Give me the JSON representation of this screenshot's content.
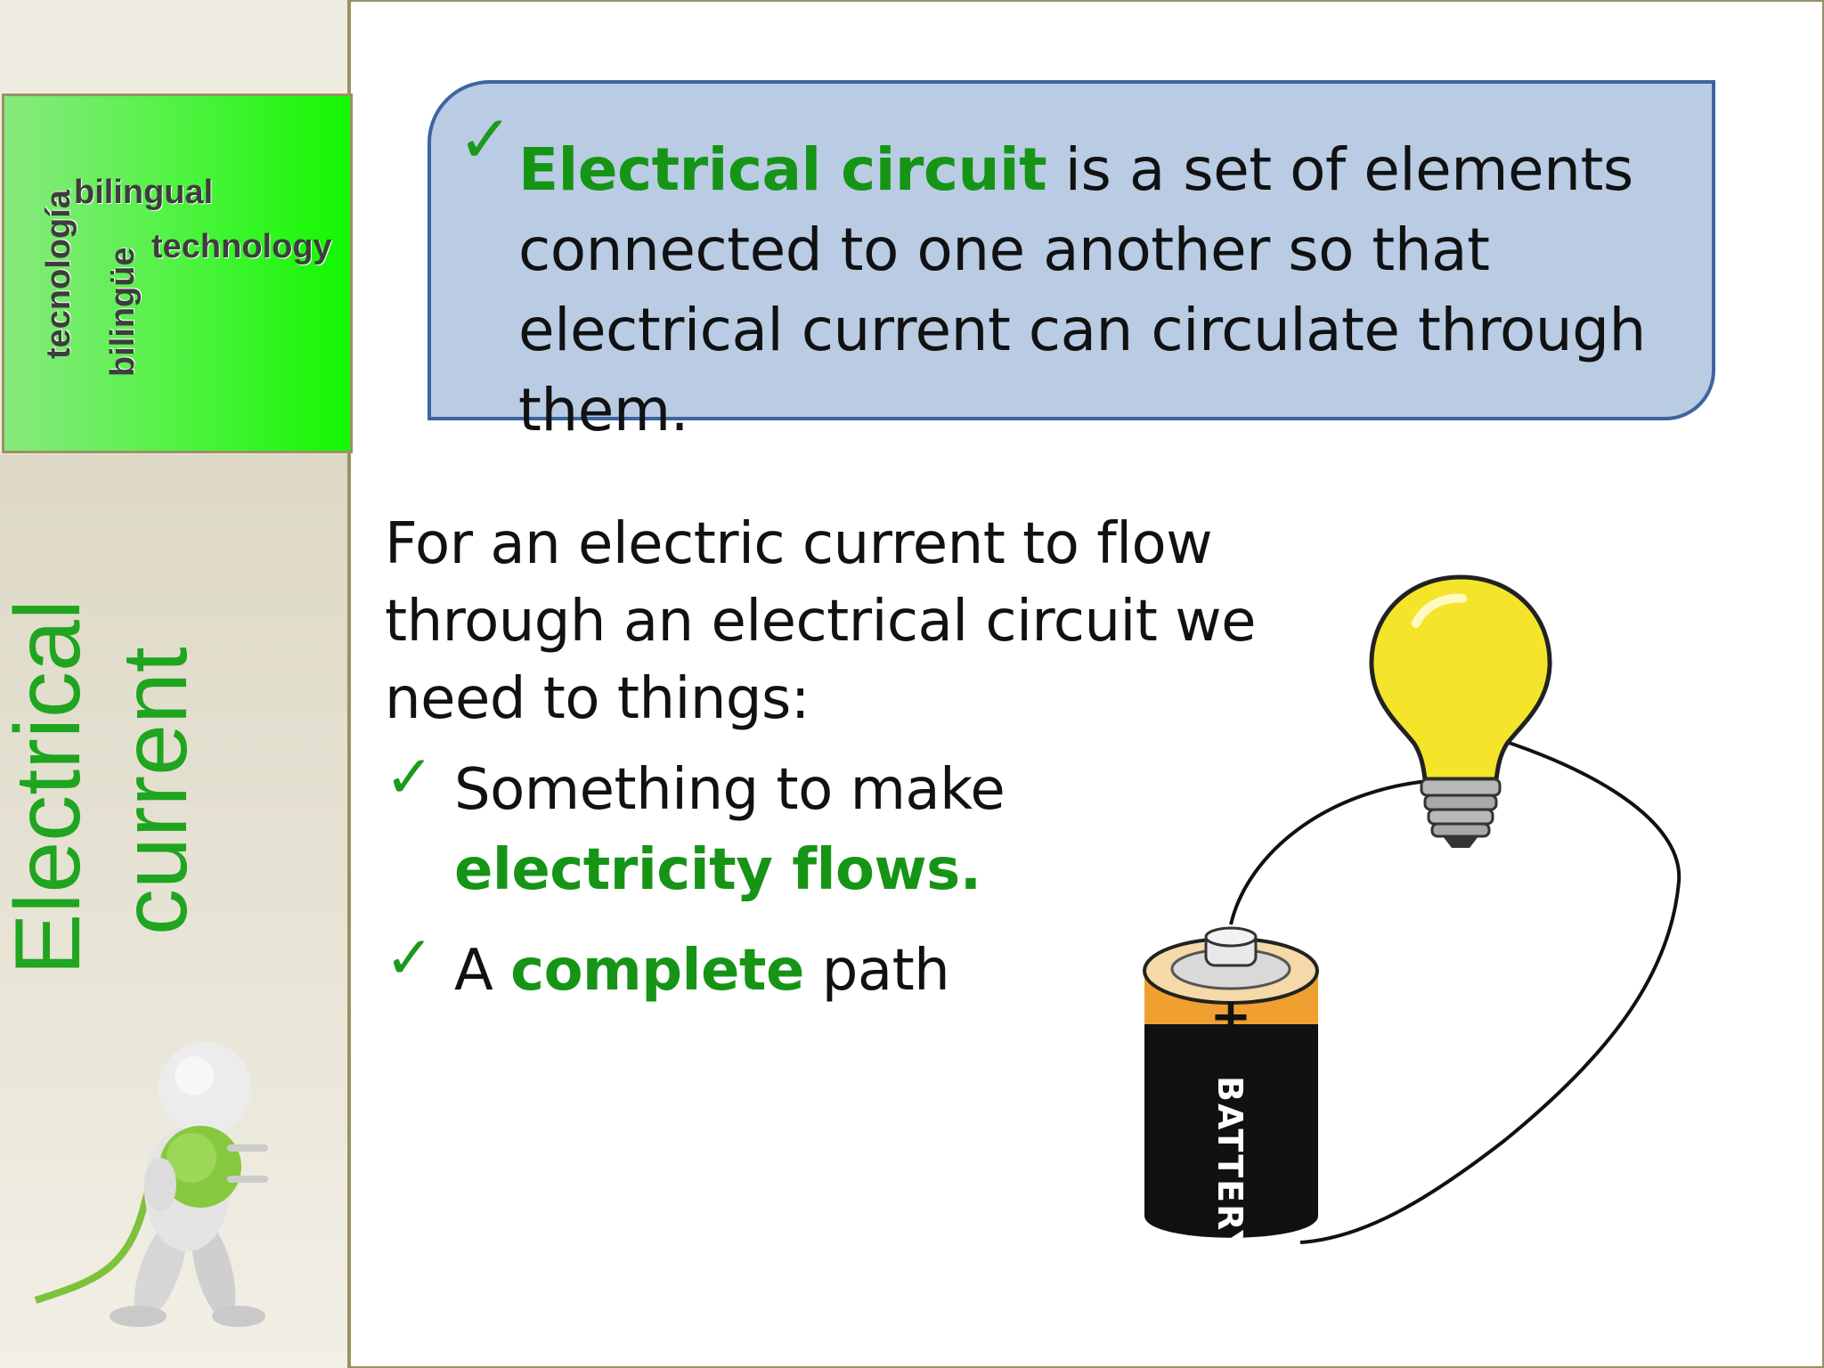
{
  "sidebar": {
    "logo_words": [
      "tecnología",
      "bilingüe",
      "bilingual",
      "technology"
    ],
    "section_title_line1": "Electrical",
    "section_title_line2": "current"
  },
  "definition": {
    "term": "Electrical circuit",
    "rest": " is a set of elements connected to one another so that electrical current can circulate through them."
  },
  "intro": "For an electric current to flow through an electrical circuit we need to things:",
  "items": [
    {
      "plain": "Something to make ",
      "highlight": "electricity flows.",
      "tail": ""
    },
    {
      "plain": "A ",
      "highlight": "complete",
      "tail": " path"
    }
  ],
  "battery": {
    "plus_label": "+",
    "label": "BATTERY"
  },
  "colors": {
    "accent_green": "#169416",
    "box_fill": "#b9cce4",
    "box_border": "#3d64a2",
    "sidebar_border": "#9a9263"
  }
}
